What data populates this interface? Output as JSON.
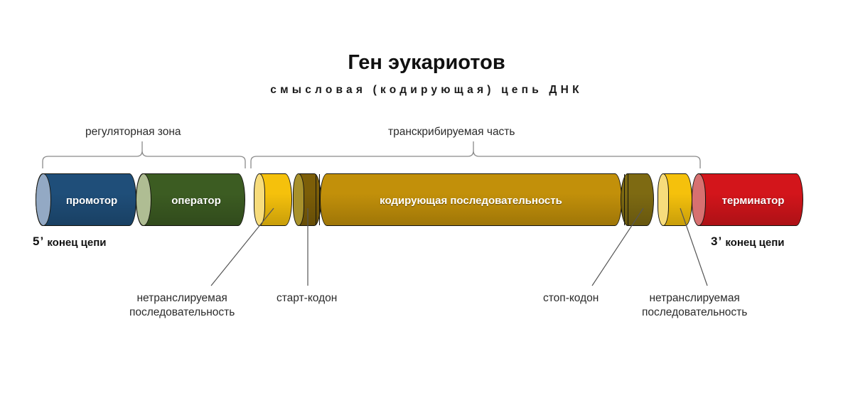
{
  "header": {
    "title": "Ген эукариотов",
    "subtitle": "смысловая (кодирующая) цепь ДНК"
  },
  "braces": {
    "regulatory": {
      "label": "регуляторная зона"
    },
    "transcribed": {
      "label": "транскрибируемая часть"
    }
  },
  "chain_ends": {
    "five_prime_number": "5",
    "five_prime_text": " конец цепи",
    "three_prime_number": "3",
    "three_prime_text": " конец цепи"
  },
  "segments": [
    {
      "id": "promoter",
      "label": "промотор",
      "color": "#1F4E79",
      "cap_color": "#93A9C4"
    },
    {
      "id": "operator",
      "label": "оператор",
      "color": "#3C5C22",
      "cap_color": "#AFBD93"
    },
    {
      "id": "utr5",
      "label": "",
      "color": "#F5C10C",
      "cap_color": "#F7DC7C"
    },
    {
      "id": "start",
      "label": "",
      "color": "#7C5E08",
      "cap_color": "#A8912B"
    },
    {
      "id": "coding",
      "label": "кодирующая последовательность",
      "color": "#C2900A",
      "cap_color": "#C2900A"
    },
    {
      "id": "stop",
      "label": "",
      "color": "#7E6A12",
      "cap_color": "#7E6A12"
    },
    {
      "id": "utr3",
      "label": "",
      "color": "#F5C10C",
      "cap_color": "#F7DC7C"
    },
    {
      "id": "terminator",
      "label": "терминатор",
      "color": "#D3151B",
      "cap_color": "#D77070"
    }
  ],
  "callouts": {
    "utr5_line1": "нетранслируемая",
    "utr5_line2": "последовательность",
    "start_codon": "старт-кодон",
    "stop_codon": "стоп-кодон",
    "utr3_line1": "нетранслируемая",
    "utr3_line2": "последовательность"
  },
  "colors": {
    "background": "#FFFFFF",
    "outline": "#15150F",
    "brace_stroke": "#8A8A8A",
    "leader_stroke": "#555555",
    "text": "#2B2B2B"
  }
}
